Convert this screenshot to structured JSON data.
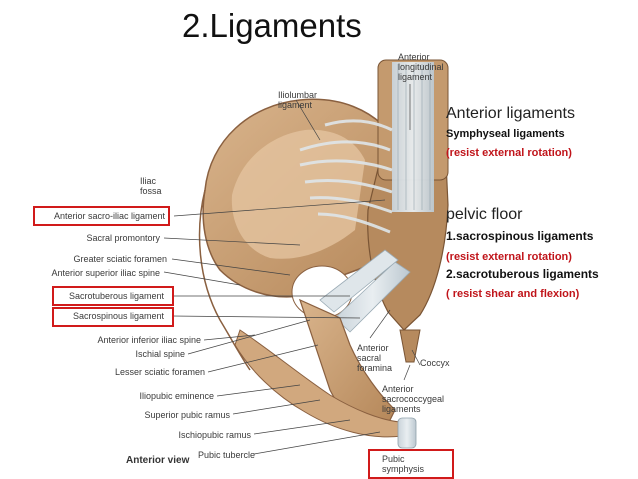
{
  "title": "2.Ligaments",
  "view_label": "Anterior view",
  "colors": {
    "highlight": "#d11a1a",
    "note_red": "#c0141a",
    "bone": "#c9a27a",
    "ligament": "#d8e0e6"
  },
  "labels": {
    "anterior_longitudinal": "Anterior\nlongitudinal\nligament",
    "iliolumbar": "Iliolumbar\nligament",
    "iliac_fossa": "Iliac\nfossa",
    "anterior_sacroiliac": "Anterior sacro-iliac ligament",
    "sacral_promontory": "Sacral promontory",
    "greater_sciatic": "Greater sciatic foramen",
    "asis": "Anterior superior iliac spine",
    "sacrotuberous": "Sacrotuberous ligament",
    "sacrospinous": "Sacrospinous ligament",
    "aiis": "Anterior inferior iliac spine",
    "ischial_spine": "Ischial spine",
    "lesser_sciatic": "Lesser sciatic foramen",
    "iliopubic": "Iliopubic eminence",
    "superior_pubic": "Superior pubic ramus",
    "ischiopubic": "Ischiopubic ramus",
    "pubic_tubercle": "Pubic tubercle",
    "anterior_sacral_foramina": "Anterior\nsacral\nforamina",
    "coccyx": "Coccyx",
    "anterior_sacrococcygeal": "Anterior\nsacrococcygeal\nligaments",
    "pubic_symphysis": "Pubic\nsymphysis"
  },
  "notes": {
    "anterior_heading": "Anterior ligaments",
    "symphyseal": "Symphyseal ligaments",
    "symphyseal_note": "(resist external rotation)",
    "pelvic_heading": "pelvic floor",
    "sacrospinous": "1.sacrospinous ligaments",
    "sacrospinous_note": "(resist external rotation)",
    "sacrotuberous": "2.sacrotuberous ligaments",
    "sacrotuberous_note": "( resist shear and flexion)"
  }
}
